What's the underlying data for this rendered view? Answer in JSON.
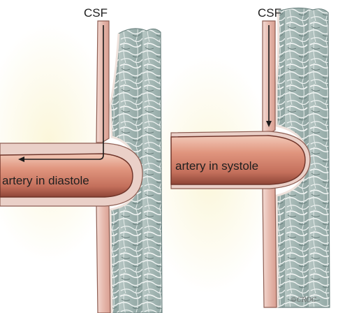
{
  "panels": [
    {
      "id": "diastole",
      "csf_label": "CSF",
      "artery_label": "artery in diastole"
    },
    {
      "id": "systole",
      "csf_label": "CSF",
      "artery_label": "artery in systole"
    }
  ],
  "signature": "©CROC",
  "colors": {
    "csf_channel": "#e9c4bc",
    "artery": "#c97a66",
    "tissue": "#9db0ad",
    "glow": "#fbf6d8",
    "arrow": "#1a1a1a"
  }
}
